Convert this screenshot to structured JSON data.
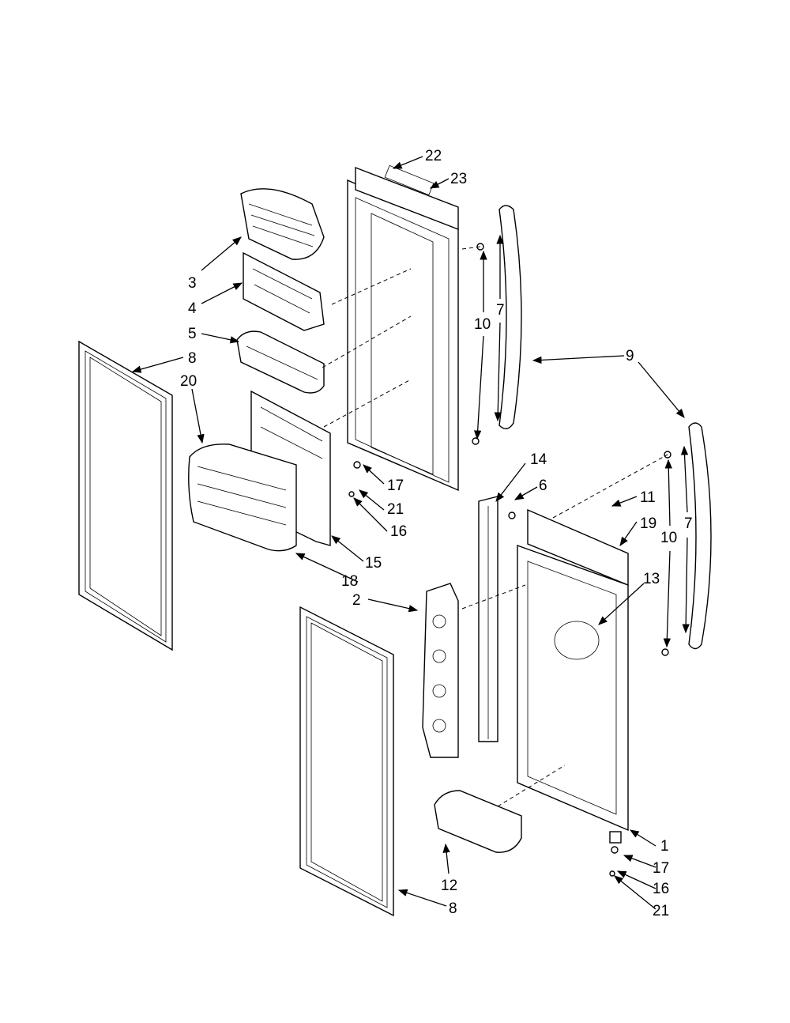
{
  "callouts": {
    "c1": "1",
    "c2": "2",
    "c3": "3",
    "c4": "4",
    "c5": "5",
    "c6": "6",
    "c7a": "7",
    "c7b": "7",
    "c8a": "8",
    "c8b": "8",
    "c9": "9",
    "c10a": "10",
    "c10b": "10",
    "c11": "11",
    "c12": "12",
    "c13": "13",
    "c14": "14",
    "c15": "15",
    "c16a": "16",
    "c16b": "16",
    "c17a": "17",
    "c17b": "17",
    "c18": "18",
    "c19": "19",
    "c20": "20",
    "c21a": "21",
    "c21b": "21",
    "c22": "22",
    "c23": "23"
  }
}
